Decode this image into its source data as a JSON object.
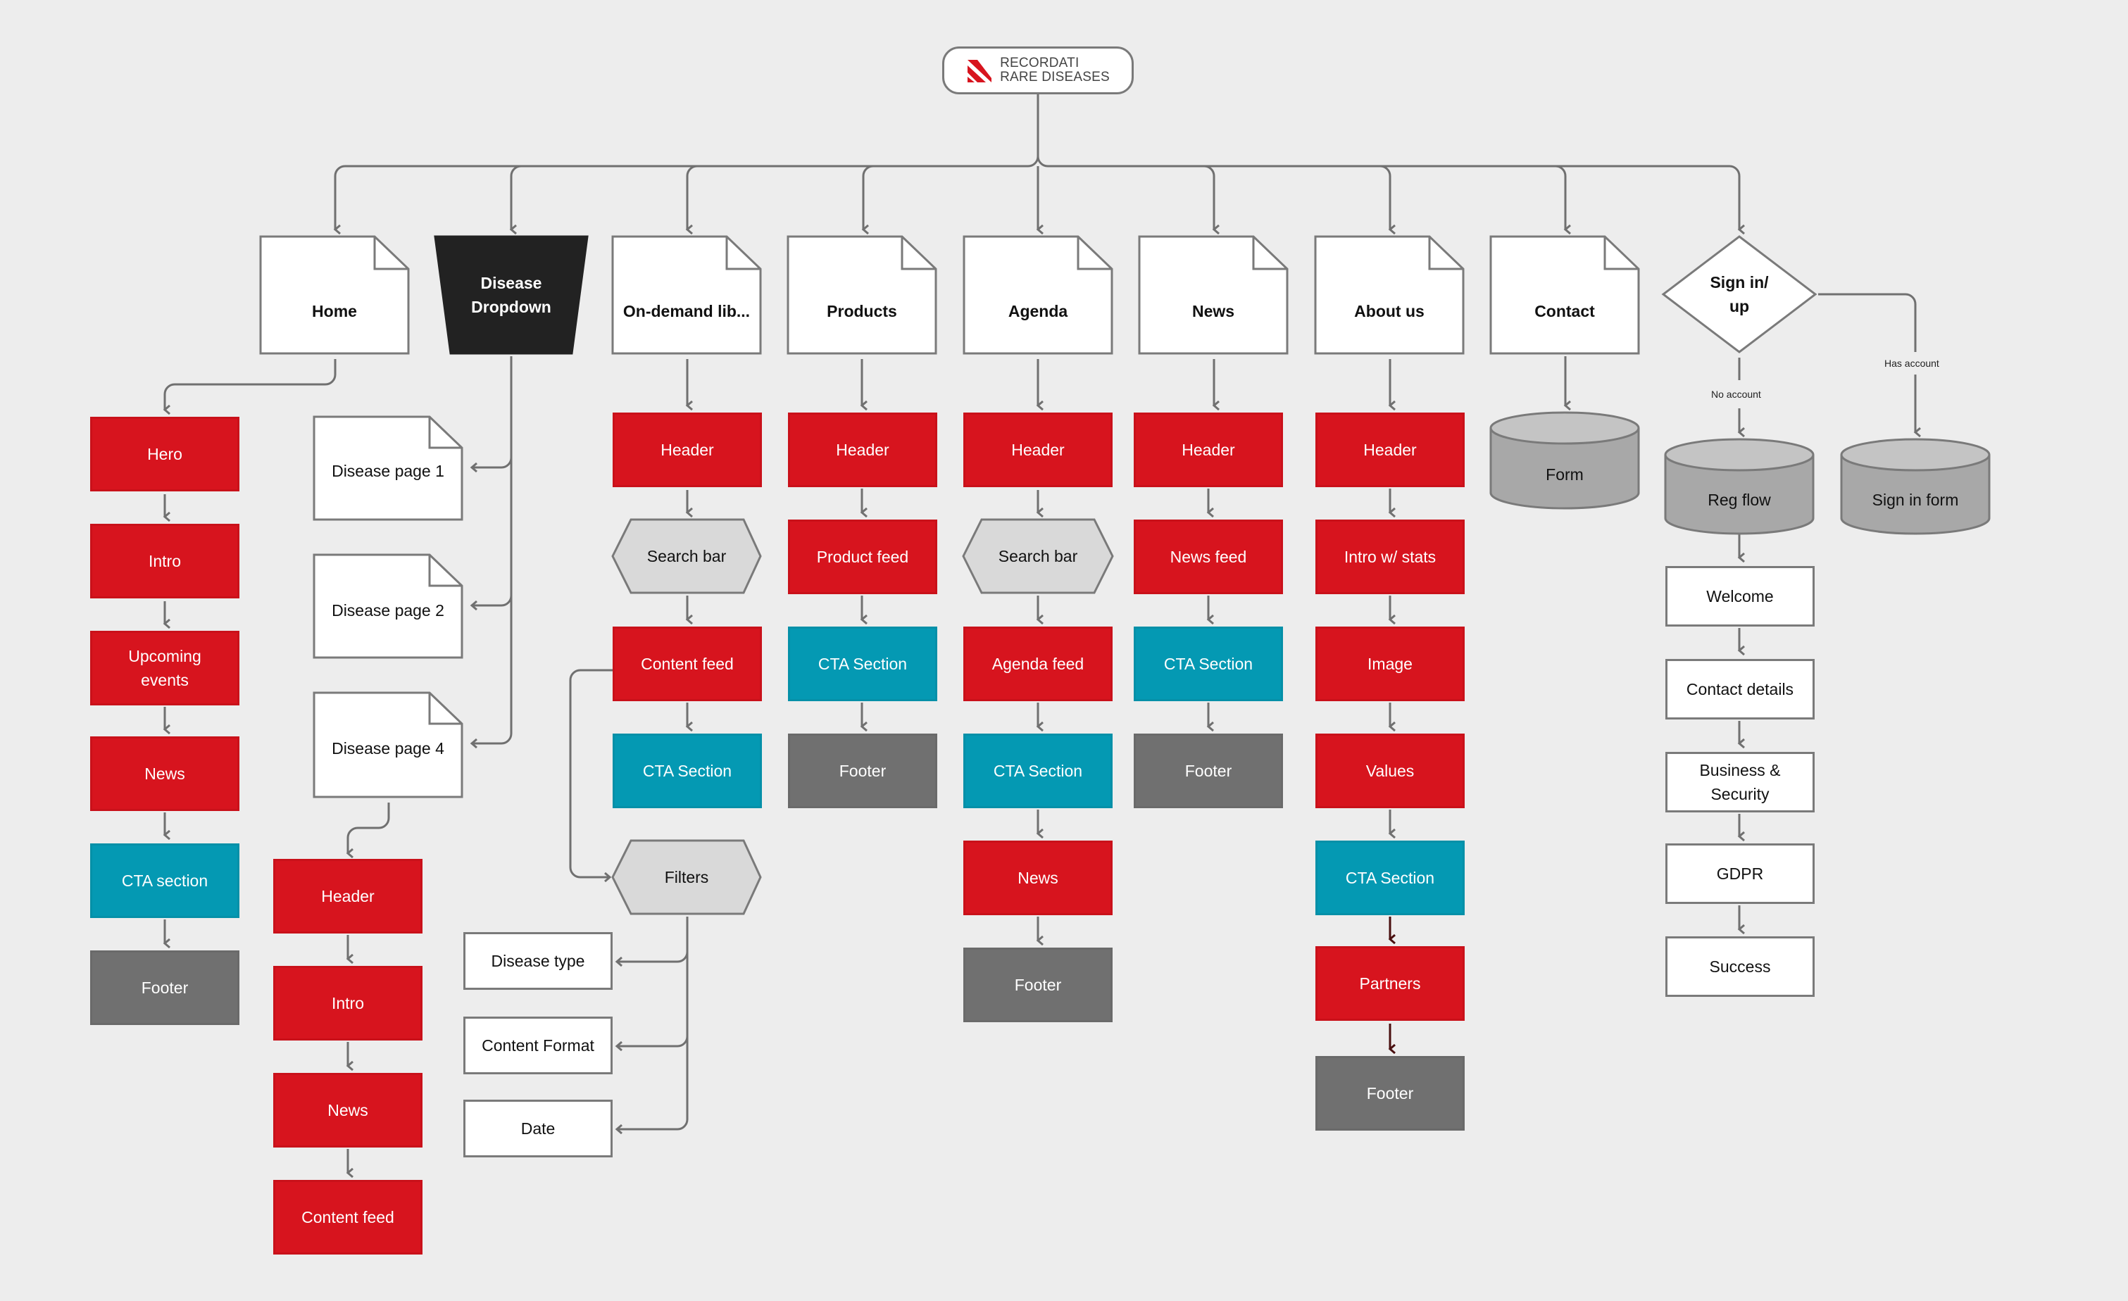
{
  "logo": {
    "line1": "RECORDATI",
    "line2": "RARE DISEASES"
  },
  "pages": {
    "home": "Home",
    "disease_dropdown": "Disease\nDropdown",
    "on_demand": "On-demand lib...",
    "products": "Products",
    "agenda": "Agenda",
    "news": "News",
    "about": "About us",
    "contact": "Contact",
    "signin": "Sign in/\nup"
  },
  "home_sections": [
    "Hero",
    "Intro",
    "Upcoming\nevents",
    "News",
    "CTA section",
    "Footer"
  ],
  "disease_pages": [
    "Disease page 1",
    "Disease page 2",
    "Disease page 4"
  ],
  "disease_sections": [
    "Header",
    "Intro",
    "News",
    "Content feed"
  ],
  "ondemand_sections": {
    "header": "Header",
    "search": "Search bar",
    "content_feed": "Content feed",
    "cta": "CTA Section",
    "filters": "Filters",
    "filter_items": [
      "Disease type",
      "Content Format",
      "Date"
    ]
  },
  "products_sections": [
    "Header",
    "Product feed",
    "CTA Section",
    "Footer"
  ],
  "agenda_sections": [
    "Header",
    "Search bar",
    "Agenda feed",
    "CTA Section",
    "News",
    "Footer"
  ],
  "news_sections": [
    "Header",
    "News feed",
    "CTA Section",
    "Footer"
  ],
  "about_sections": [
    "Header",
    "Intro w/ stats",
    "Image",
    "Values",
    "CTA Section",
    "Partners",
    "Footer"
  ],
  "contact_sections": {
    "form": "Form"
  },
  "signin_flow": {
    "no_account": "No account",
    "has_account": "Has account",
    "reg_flow": "Reg flow",
    "sign_in_form": "Sign in form",
    "steps": [
      "Welcome",
      "Contact details",
      "Business &\nSecurity",
      "GDPR",
      "Success"
    ]
  },
  "colors": {
    "red": "#d7141e",
    "teal": "#0499b3",
    "gray": "#707070",
    "dark": "#222222",
    "line": "#707070"
  }
}
